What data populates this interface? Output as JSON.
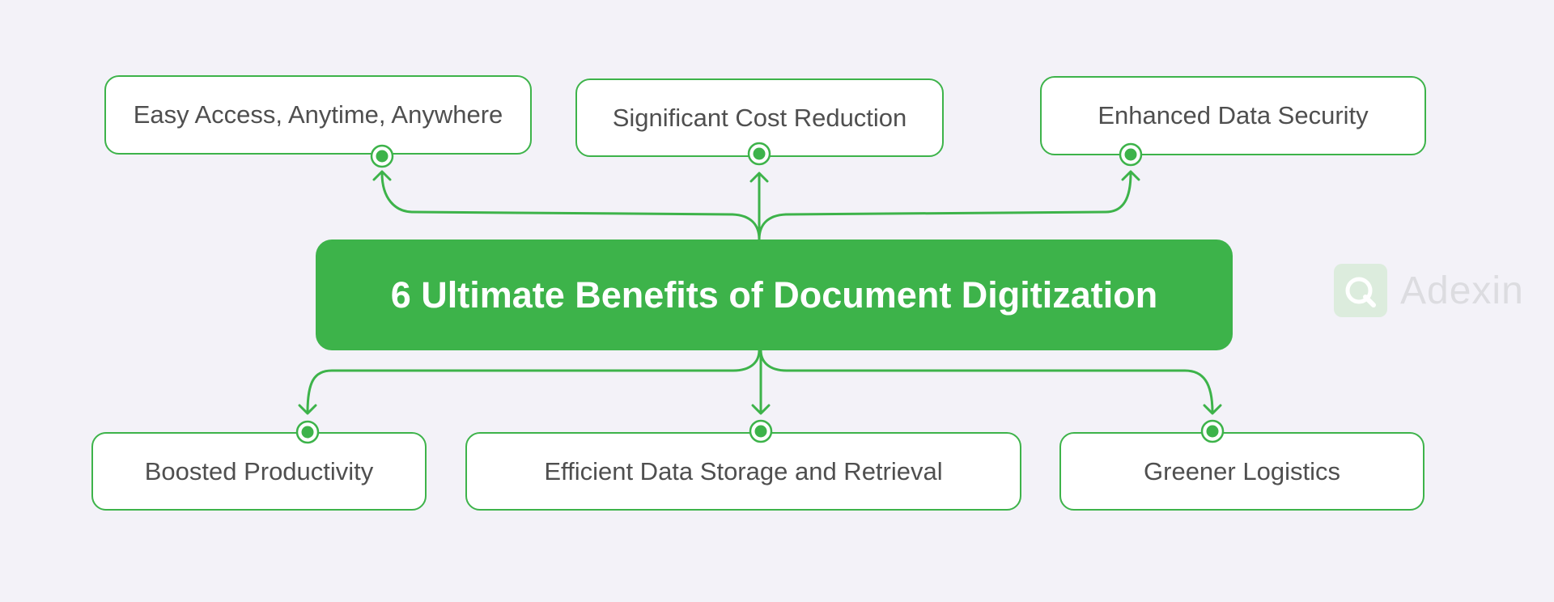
{
  "title": "6 Ultimate Benefits of Document Digitization",
  "benefits_top": [
    {
      "label": "Easy Access, Anytime, Anywhere"
    },
    {
      "label": "Significant Cost Reduction"
    },
    {
      "label": "Enhanced Data Security"
    }
  ],
  "benefits_bottom": [
    {
      "label": "Boosted Productivity"
    },
    {
      "label": "Efficient Data Storage and Retrieval"
    },
    {
      "label": "Greener Logistics"
    }
  ],
  "brand": {
    "name": "Adexin",
    "icon": "adexin-logo-icon"
  },
  "colors": {
    "accent": "#3db34a",
    "background": "#f3f2f8",
    "text": "#4f4f4f"
  }
}
